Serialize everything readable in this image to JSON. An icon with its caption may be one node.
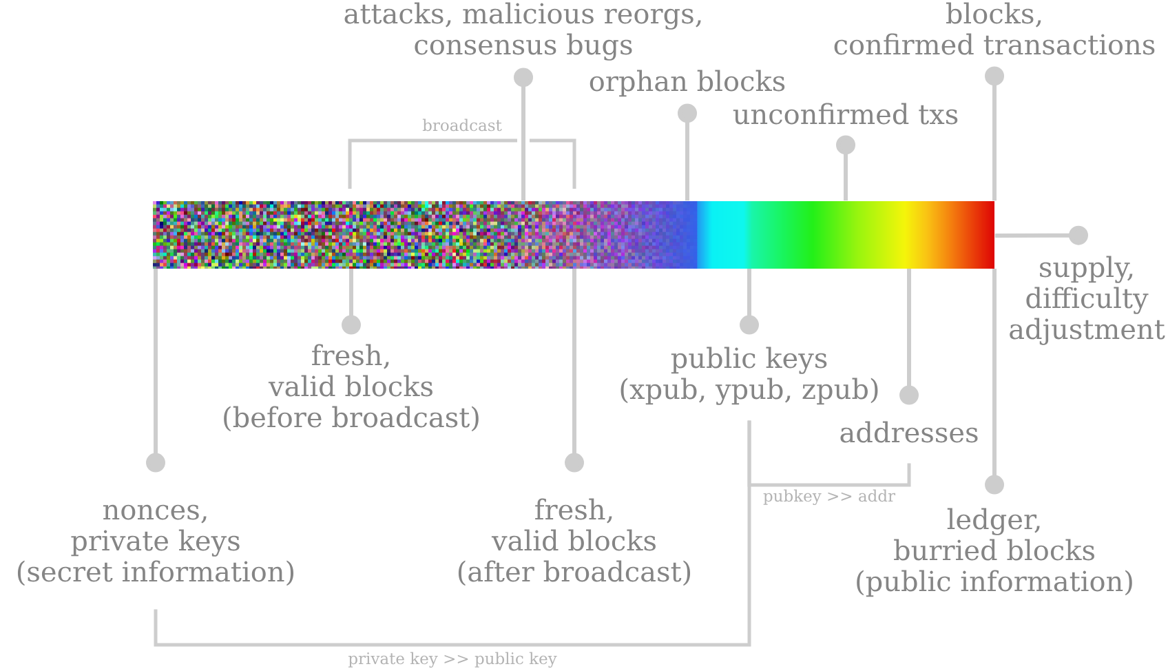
{
  "diagram": {
    "nodes": [
      {
        "text": [
          "attacks, malicious reorgs, consensus bugs"
        ]
      },
      {
        "text": [
          "blocks, confirmed transactions"
        ]
      },
      {
        "text": [
          "orphan blocks"
        ]
      },
      {
        "text": [
          "unconfirmed txs"
        ]
      },
      {
        "text": [],
        "shape": "bar"
      },
      {
        "text": [
          "supply, difficulty adjustment"
        ]
      },
      {
        "text": [
          "fresh, valid blocks (before broadcast)"
        ]
      },
      {
        "text": [
          "public keys (xpub, ypub, zpub)"
        ]
      },
      {
        "text": [
          "addresses"
        ]
      },
      {
        "text": [
          "nonces, private keys (secret information)"
        ]
      },
      {
        "text": [
          "fresh, valid blocks (after broadcast)"
        ]
      },
      {
        "text": [
          "ledger, burried blocks (public information)"
        ]
      }
    ],
    "edges": [
      {
        "from": 0,
        "to": 4,
        "arrow": "other"
      },
      {
        "from": 1,
        "to": 4,
        "arrow": "other"
      },
      {
        "from": 2,
        "to": 4,
        "arrow": "other"
      },
      {
        "from": 3,
        "to": 4,
        "arrow": "other"
      },
      {
        "from": 5,
        "to": 4,
        "arrow": "other"
      },
      {
        "from": 6,
        "to": 4,
        "arrow": "other"
      },
      {
        "from": 7,
        "to": 4,
        "arrow": "other"
      },
      {
        "from": 8,
        "to": 4,
        "arrow": "other"
      },
      {
        "from": 9,
        "to": 4,
        "arrow": "other"
      },
      {
        "from": 10,
        "to": 4,
        "arrow": "other"
      },
      {
        "from": 11,
        "to": 4,
        "arrow": "other"
      },
      {
        "from": 9,
        "to": 7,
        "arrow": "none",
        "label": "private key >> public key"
      },
      {
        "from": 7,
        "to": 8,
        "arrow": "none",
        "label": "pubkey >> addr"
      }
    ],
    "labels": [
      "broadcast"
    ]
  }
}
